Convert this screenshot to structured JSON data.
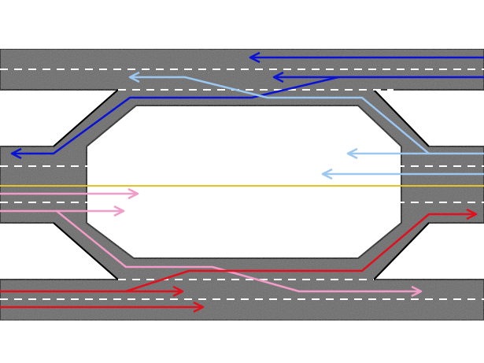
{
  "diagram": {
    "kind": "road lane-change flow diagram",
    "colors": {
      "background": "#ffffff",
      "asphalt": "#6b6b6b",
      "road_edge": "#000000",
      "lane_dash": "#ffffff",
      "center_line": "#e6c229",
      "flow_dark_blue": "#0a12d8",
      "flow_light_blue": "#9cc7f0",
      "flow_red": "#e0101e",
      "flow_pink": "#f29cc8"
    },
    "flows": [
      {
        "id": "top-westbound-lane-1",
        "color": "dark-blue",
        "direction": "left"
      },
      {
        "id": "top-to-middle-westbound",
        "color": "dark-blue",
        "direction": "left"
      },
      {
        "id": "middle-to-top-westbound",
        "color": "light-blue",
        "direction": "left"
      },
      {
        "id": "middle-westbound-lane-2",
        "color": "light-blue",
        "direction": "left"
      },
      {
        "id": "middle-eastbound-lane-1",
        "color": "pink",
        "direction": "right"
      },
      {
        "id": "middle-to-bottom-eastbound",
        "color": "pink",
        "direction": "right"
      },
      {
        "id": "bottom-to-middle-eastbound",
        "color": "red",
        "direction": "right"
      },
      {
        "id": "bottom-eastbound-lane-1",
        "color": "red",
        "direction": "right"
      },
      {
        "id": "bottom-eastbound-lane-2",
        "color": "red",
        "direction": "right"
      }
    ]
  }
}
